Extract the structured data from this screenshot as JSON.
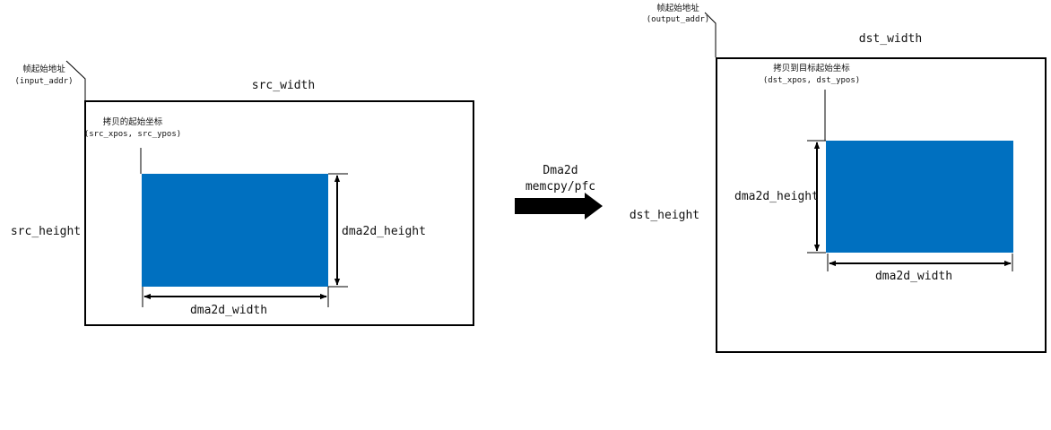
{
  "colors": {
    "region_fill": "#0070C0",
    "stroke": "#000000",
    "background": "#ffffff"
  },
  "source": {
    "frame_start_cn": "帧起始地址",
    "frame_start_var": "(input_addr)",
    "width_label": "src_width",
    "height_label": "src_height",
    "copy_start_cn": "拷贝的起始坐标",
    "copy_start_var": "(src_xpos, src_ypos)",
    "region_width_label": "dma2d_width",
    "region_height_label": "dma2d_height"
  },
  "transfer": {
    "line1": "Dma2d",
    "line2": "memcpy/pfc",
    "arrow_icon": "right-arrow-icon"
  },
  "destination": {
    "frame_start_cn": "帧起始地址",
    "frame_start_var": "(output_addr)",
    "width_label": "dst_width",
    "height_label": "dst_height",
    "copy_start_cn": "拷贝到目标起始坐标",
    "copy_start_var": "(dst_xpos, dst_ypos)",
    "region_width_label": "dma2d_width",
    "region_height_label": "dma2d_height"
  }
}
